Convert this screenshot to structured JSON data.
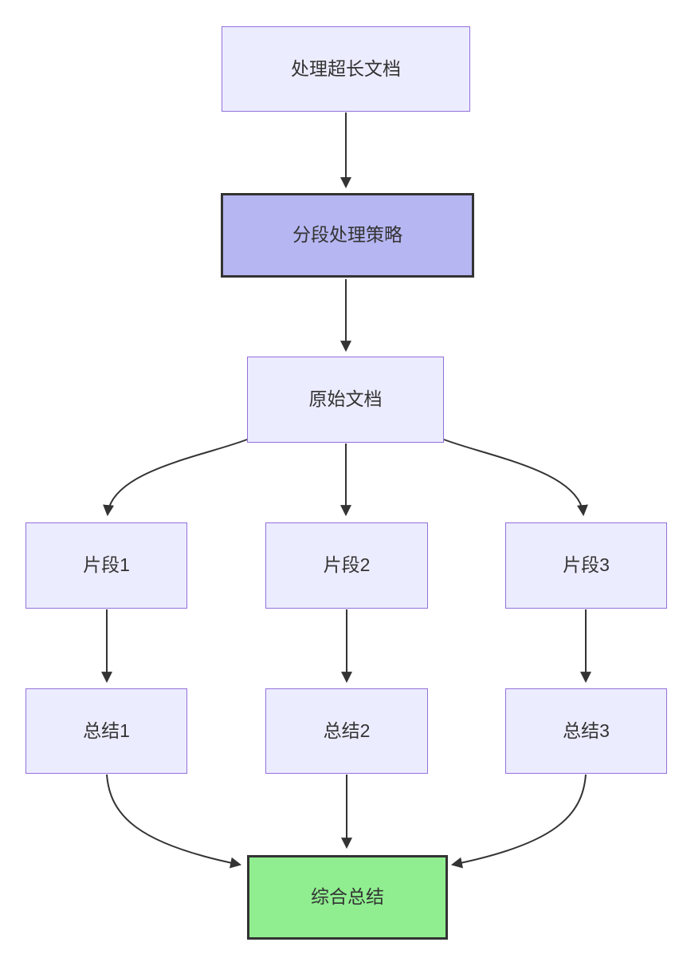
{
  "diagram": {
    "type": "flowchart",
    "direction": "top-down",
    "nodes": [
      {
        "id": "A",
        "label": "处理超长文档",
        "style": "default"
      },
      {
        "id": "B",
        "label": "分段处理策略",
        "style": "highlight-purple"
      },
      {
        "id": "C",
        "label": "原始文档",
        "style": "default"
      },
      {
        "id": "D",
        "label": "片段1",
        "style": "default"
      },
      {
        "id": "E",
        "label": "片段2",
        "style": "default"
      },
      {
        "id": "F",
        "label": "片段3",
        "style": "default"
      },
      {
        "id": "G",
        "label": "总结1",
        "style": "default"
      },
      {
        "id": "H",
        "label": "总结2",
        "style": "default"
      },
      {
        "id": "I",
        "label": "总结3",
        "style": "default"
      },
      {
        "id": "J",
        "label": "综合总结",
        "style": "highlight-green"
      }
    ],
    "edges": [
      {
        "from": "A",
        "to": "B",
        "arrow": "filled-triangle"
      },
      {
        "from": "B",
        "to": "C",
        "arrow": "filled-triangle"
      },
      {
        "from": "C",
        "to": "D",
        "arrow": "filled-triangle"
      },
      {
        "from": "C",
        "to": "E",
        "arrow": "filled-triangle"
      },
      {
        "from": "C",
        "to": "F",
        "arrow": "filled-triangle"
      },
      {
        "from": "D",
        "to": "G",
        "arrow": "filled-triangle"
      },
      {
        "from": "E",
        "to": "H",
        "arrow": "filled-triangle"
      },
      {
        "from": "F",
        "to": "I",
        "arrow": "filled-triangle"
      },
      {
        "from": "G",
        "to": "J",
        "arrow": "filled-triangle"
      },
      {
        "from": "H",
        "to": "J",
        "arrow": "filled-triangle"
      },
      {
        "from": "I",
        "to": "J",
        "arrow": "filled-triangle"
      }
    ],
    "colors": {
      "background": "#ffffff",
      "node_fill": "#ECECFF",
      "node_border": "#9370DB",
      "highlight_fill": "#b6b6f2",
      "highlight_border": "#333333",
      "success_fill": "#90ee90",
      "success_border": "#333333",
      "edge": "#333333",
      "text": "#333333"
    }
  }
}
